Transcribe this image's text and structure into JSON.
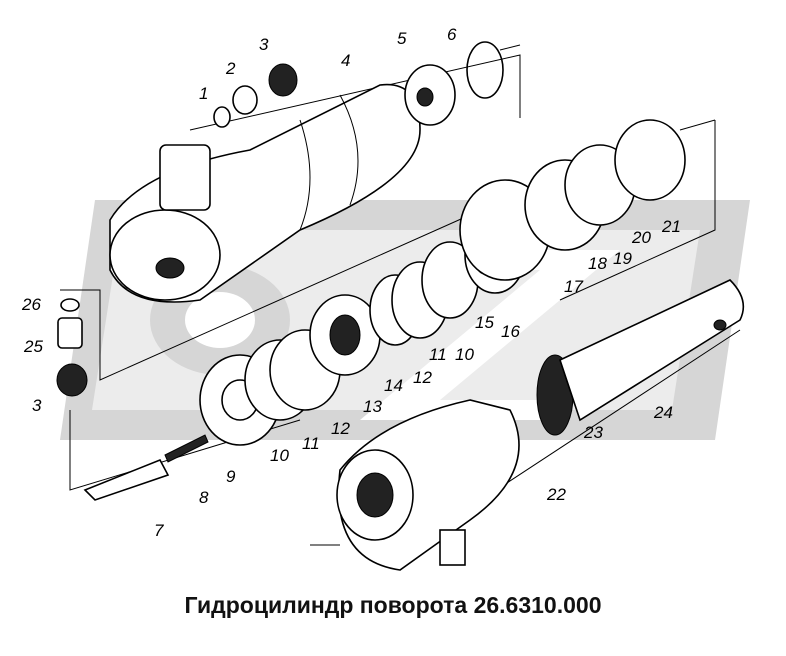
{
  "title": "Гидроцилиндр поворота 26.6310.000",
  "watermark_text": "CAZ",
  "colors": {
    "watermark": "#d6d6d6",
    "ink": "#000000"
  },
  "callouts": [
    "1",
    "2",
    "3",
    "4",
    "5",
    "6",
    "26",
    "25",
    "3",
    "7",
    "8",
    "9",
    "10",
    "11",
    "12",
    "13",
    "14",
    "12",
    "11",
    "10",
    "15",
    "16",
    "17",
    "18",
    "19",
    "20",
    "21",
    "22",
    "23",
    "24"
  ]
}
